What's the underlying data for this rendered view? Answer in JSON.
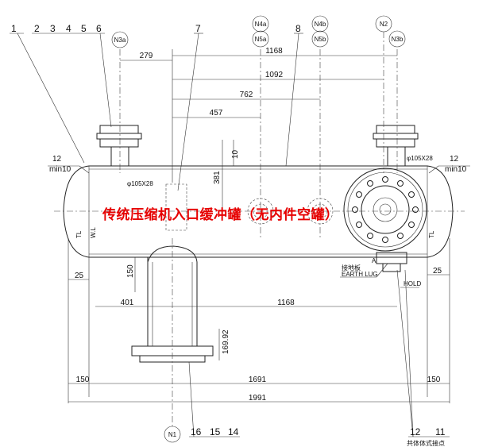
{
  "title": "传统压缩机入口缓冲罐（无内件空罐）",
  "title_color": "#e60000",
  "part_numbers_top": [
    "1",
    "2",
    "3",
    "4",
    "5",
    "6",
    "7",
    "8"
  ],
  "part_numbers_bottom": [
    "16",
    "15",
    "14",
    "12",
    "11"
  ],
  "nozzles": {
    "n3a": "N3a",
    "n4a": "N4a",
    "n5a": "N5a",
    "n4b": "N4b",
    "n5b": "N5b",
    "n2": "N2",
    "n3b": "N3b",
    "n1": "N1"
  },
  "dims_top": {
    "d279": "279",
    "d1168_top": "1168",
    "d1092": "1092",
    "d762": "762",
    "d457": "457"
  },
  "dims_side": {
    "d381": "381",
    "d10": "10",
    "d150_left": "150",
    "d25_left": "25",
    "d25_right": "25",
    "d169": "169.92"
  },
  "dims_bottom": {
    "d401": "401",
    "d1168_bot": "1168",
    "d150_a": "150",
    "d1691": "1691",
    "d150_b": "150",
    "d1991": "1991"
  },
  "labels": {
    "weld_left_num": "12",
    "weld_left_sub": "min10",
    "weld_right_num": "12",
    "weld_right_sub": "min10",
    "hole_left": "φ105X28",
    "hole_right": "φ105X28",
    "tl_left": "TL",
    "wl": "W.L",
    "tl_right": "TL",
    "earth_cn": "接地板",
    "earth_en": "EARTH LUG",
    "hold": "HOLD",
    "point_a": "A",
    "bottom_note": "共体体式接点"
  }
}
